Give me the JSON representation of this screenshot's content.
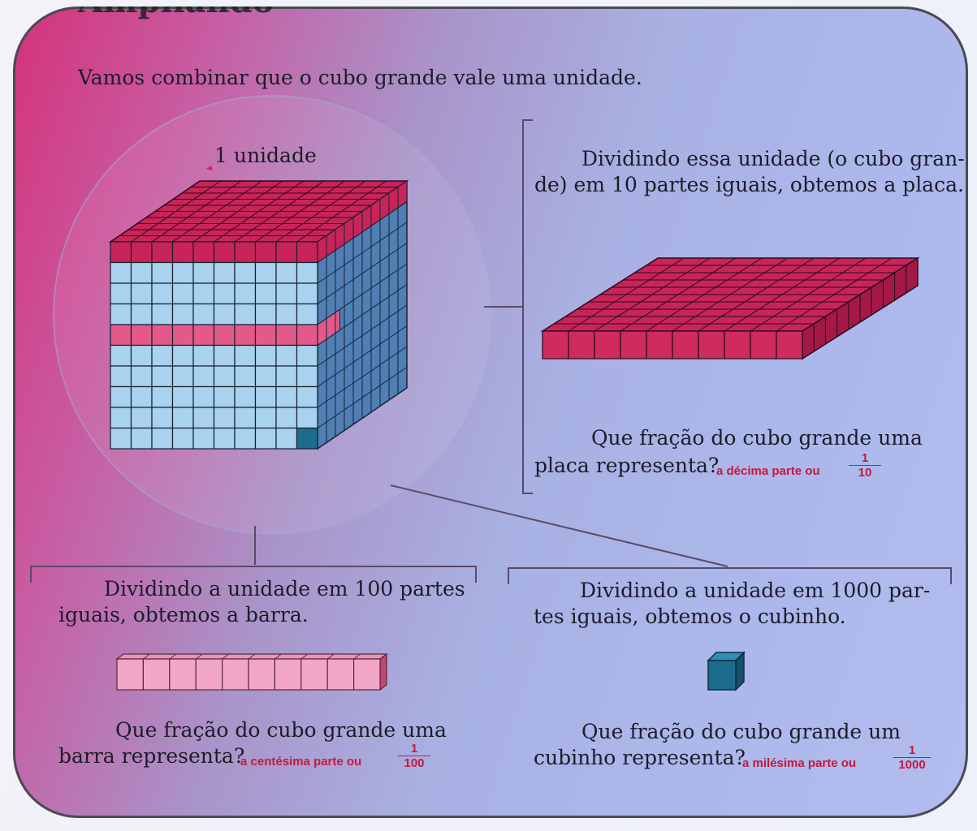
{
  "header": {
    "title_fragment": "Ampliando"
  },
  "intro": "Vamos combinar que o cubo grande vale uma unidade.",
  "cube_label": "1 unidade",
  "plate": {
    "text_line1": "Dividindo essa unidade (o cubo gran-",
    "text_line2": "de) em 10 partes iguais, obtemos a placa.",
    "question_line1": "Que fração do cubo grande uma",
    "question_line2": "placa representa?",
    "answer_text": "a décima parte ou",
    "answer_num": "1",
    "answer_den": "10"
  },
  "bar": {
    "text_line1": "Dividindo a unidade em 100 partes",
    "text_line2": "iguais, obtemos a barra.",
    "question_line1": "Que fração do cubo grande uma",
    "question_line2": "barra representa?",
    "answer_text": "a centésima parte ou",
    "answer_num": "1",
    "answer_den": "100"
  },
  "small_cube": {
    "text_line1": "Dividindo a unidade em 1000 par-",
    "text_line2": "tes iguais, obtemos o cubinho.",
    "question_line1": "Que fração do cubo grande um",
    "question_line2": "cubinho representa?",
    "answer_text": "a milésima parte ou",
    "answer_num": "1",
    "answer_den": "1000"
  },
  "colors": {
    "magenta": "#c8245a",
    "pink_row": "#e35a8a",
    "blue_face": "#a9d2ee",
    "side_face": "#4f7fb3",
    "answer_red": "#c41a3c",
    "teal_cube": "#1d6b8f"
  }
}
